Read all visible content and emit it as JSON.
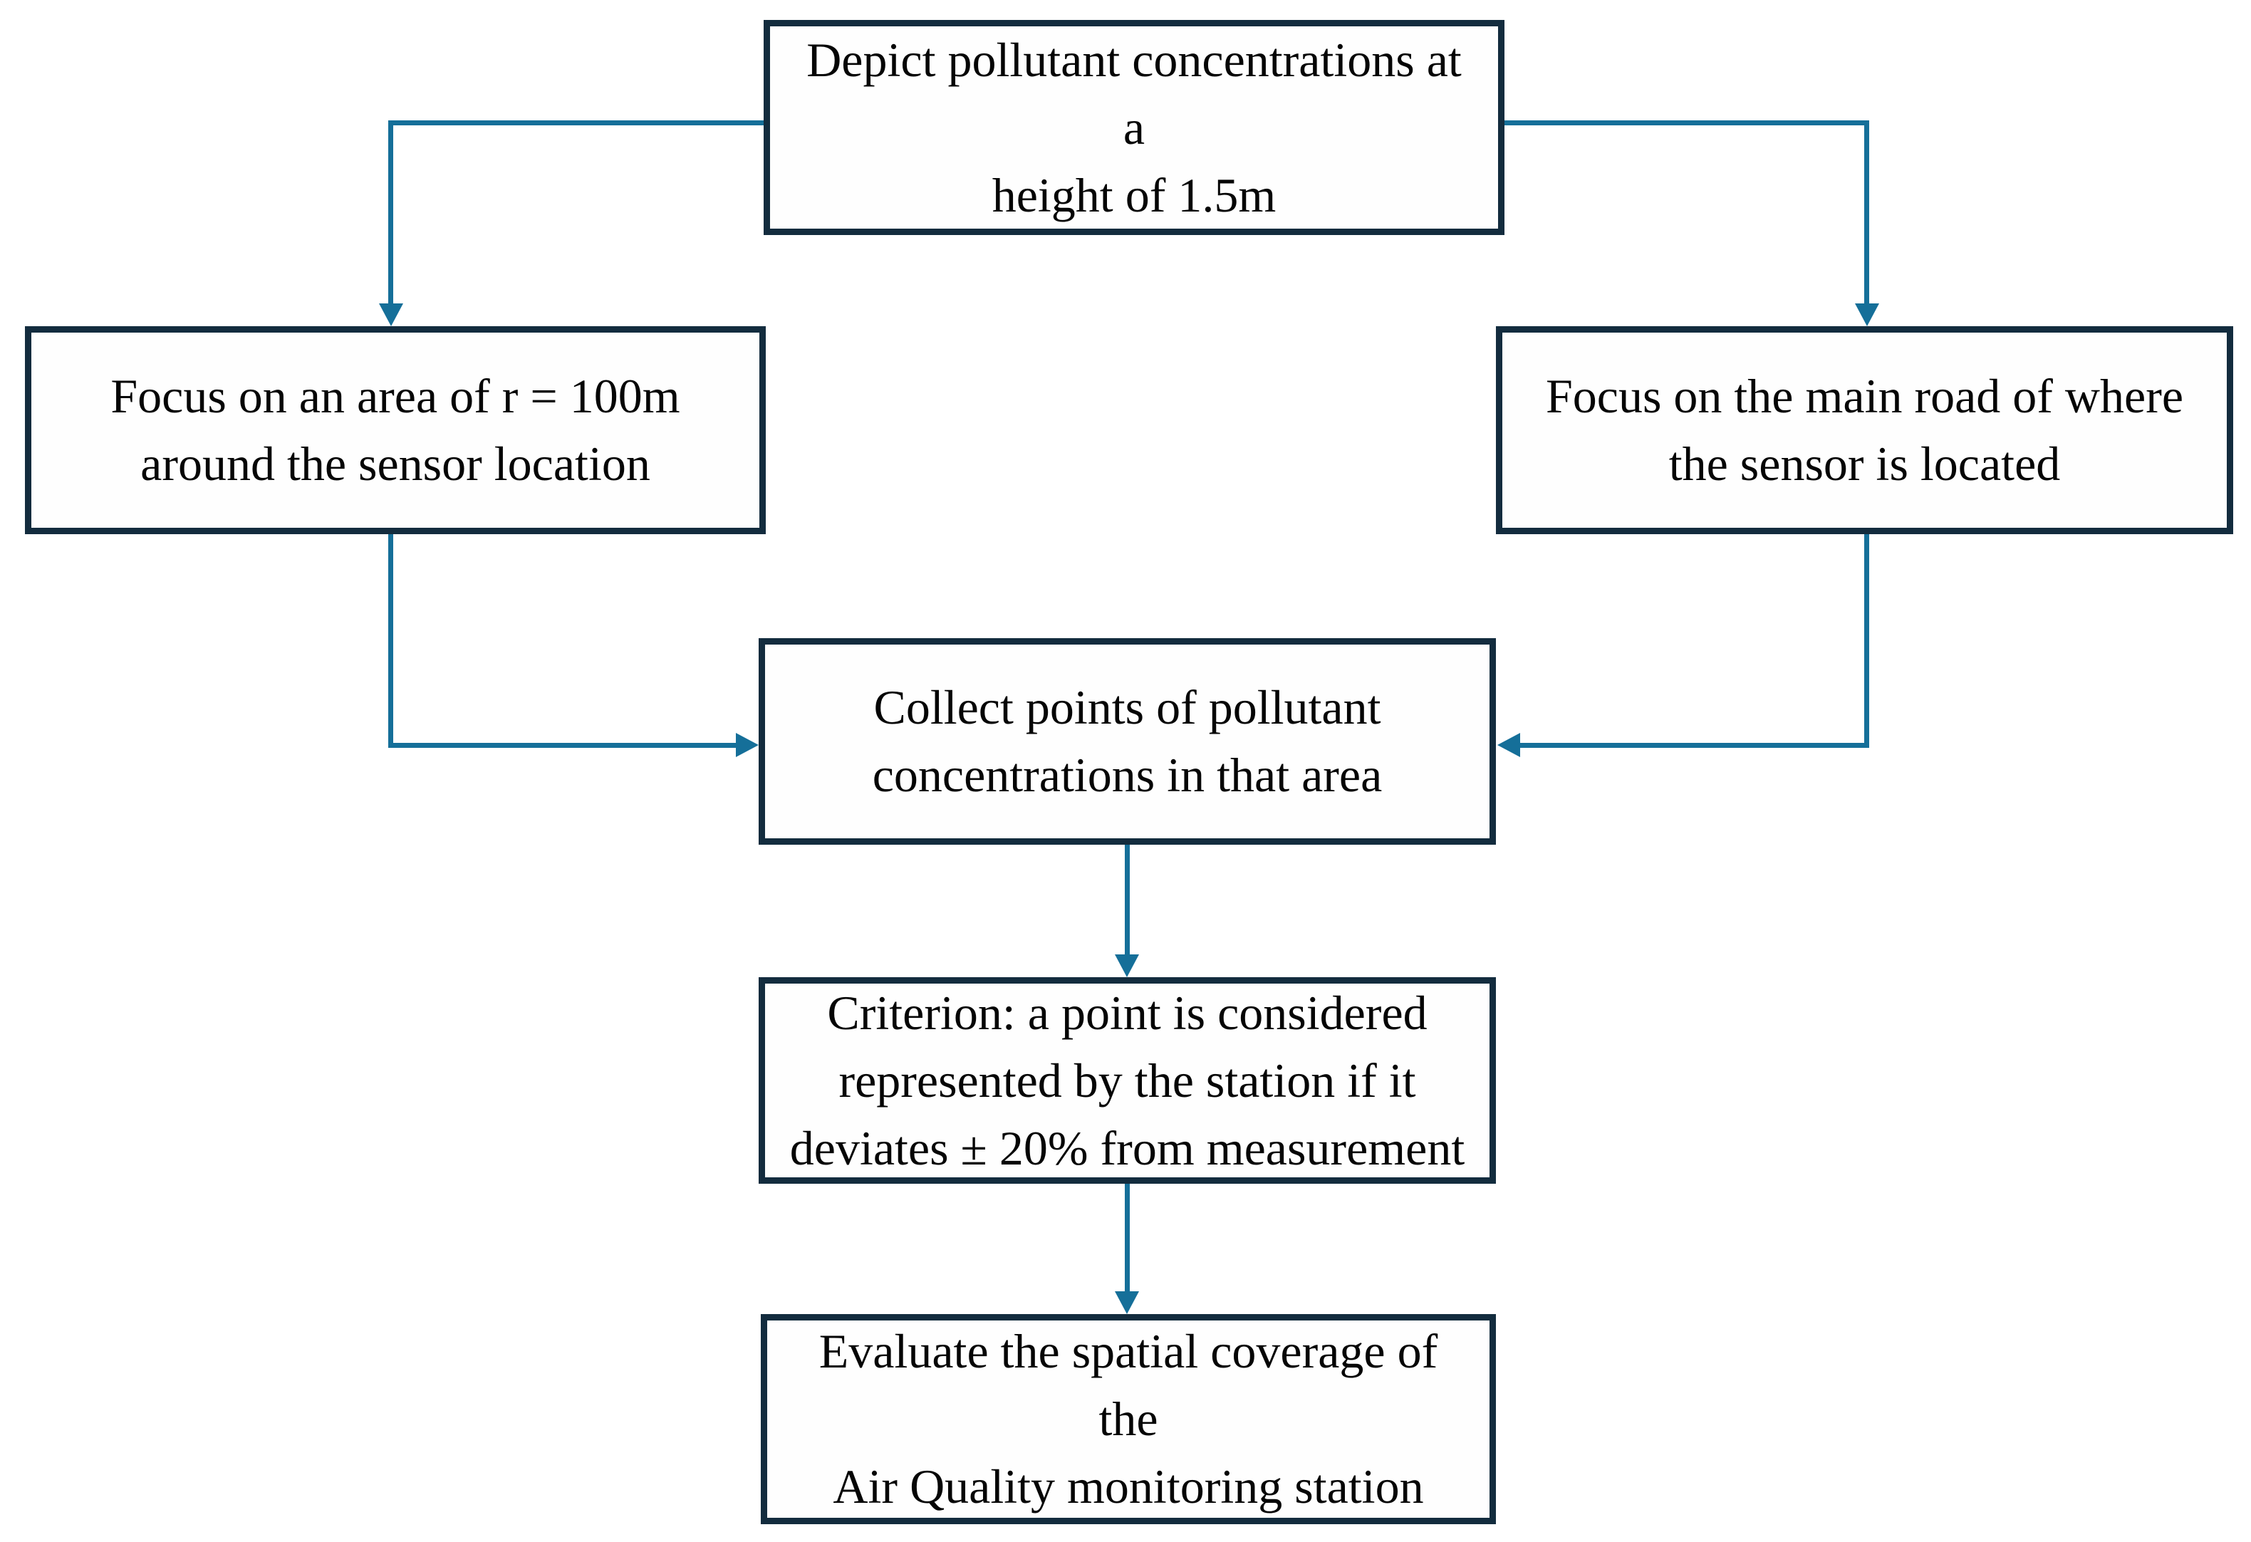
{
  "diagram": {
    "type": "flowchart",
    "background": "#ffffff",
    "colors": {
      "box_border": "#132c3e",
      "connector": "#156f99",
      "text": "#050505"
    },
    "nodes": [
      {
        "id": "depict",
        "text": "Depict pollutant concentrations at a\nheight of 1.5m"
      },
      {
        "id": "area",
        "text": "Focus on an area of r = 100m\naround the sensor location"
      },
      {
        "id": "road",
        "text": "Focus on the main road of where\nthe sensor is located"
      },
      {
        "id": "collect",
        "text": "Collect points of pollutant\nconcentrations in that area"
      },
      {
        "id": "criterion",
        "text": "Criterion: a point is considered\nrepresented by the station if it\ndeviates ± 20% from measurement"
      },
      {
        "id": "evaluate",
        "text": "Evaluate the spatial coverage of the\nAir Quality monitoring station"
      }
    ],
    "edges": [
      {
        "from": "depict",
        "to": "area",
        "style": "elbow-left-down"
      },
      {
        "from": "depict",
        "to": "road",
        "style": "elbow-right-down"
      },
      {
        "from": "area",
        "to": "collect",
        "style": "elbow-down-right"
      },
      {
        "from": "road",
        "to": "collect",
        "style": "elbow-down-left"
      },
      {
        "from": "collect",
        "to": "criterion",
        "style": "straight-down"
      },
      {
        "from": "criterion",
        "to": "evaluate",
        "style": "straight-down"
      }
    ]
  }
}
